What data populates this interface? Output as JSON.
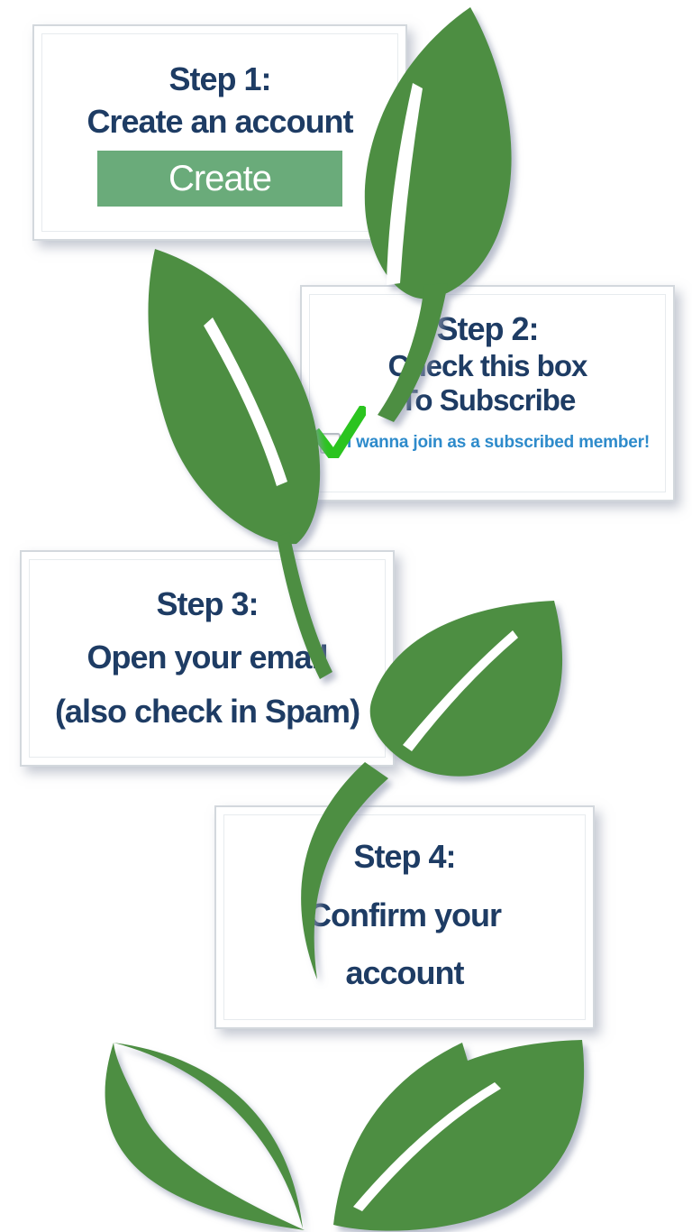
{
  "colors": {
    "background": "#ffffff",
    "heading_text": "#1e3c64",
    "button_green": "#6aab7a",
    "button_text": "#ffffff",
    "leaf_green": "#4d8e43",
    "check_green": "#2bc41f",
    "subscribe_text_blue": "#2e8bcb",
    "card_border": "#d3d8dd"
  },
  "steps": [
    {
      "title": "Step 1:",
      "lines": [
        "Create an account"
      ],
      "button_label": "Create"
    },
    {
      "title": "Step 2:",
      "lines": [
        "Check this box",
        "To Subscribe"
      ],
      "checkbox": {
        "label": "I wanna join as a subscribed member!",
        "checked": true
      }
    },
    {
      "title": "Step 3:",
      "lines": [
        "Open your email",
        "(also check in Spam)"
      ]
    },
    {
      "title": "Step 4:",
      "lines": [
        "Confirm your",
        "account"
      ]
    }
  ],
  "decorations": {
    "vine_color": "#4d8e43",
    "leaves": [
      "top-right-leaf",
      "middle-left-leaf",
      "middle-right-leaf",
      "bottom-left-leaf",
      "bottom-right-leaf"
    ]
  }
}
